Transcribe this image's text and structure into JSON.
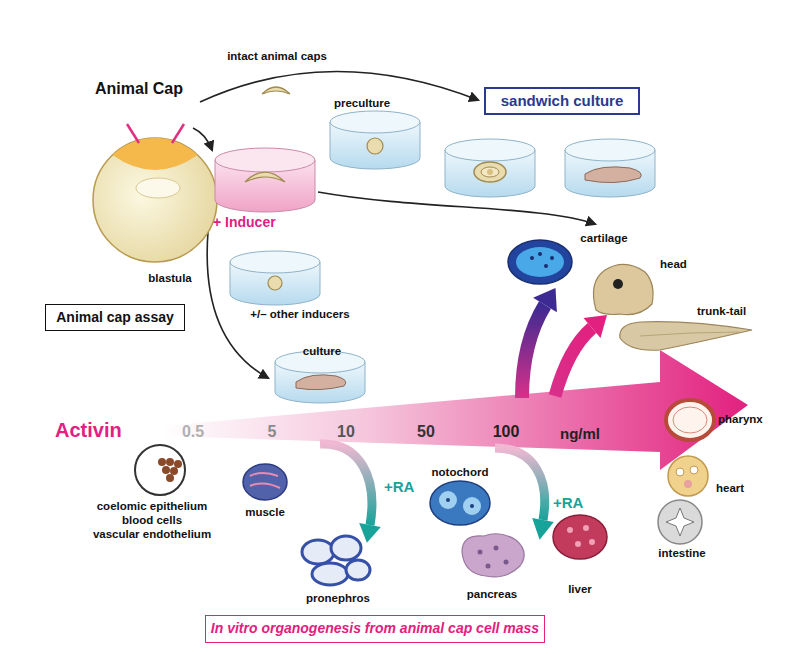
{
  "diagram": {
    "nodes": [
      {
        "text": [
          "sandwich culture"
        ]
      },
      {
        "text": [
          "Animal cap assay"
        ]
      },
      {
        "text": [
          "In vitro organogenesis from animal cap cell mass"
        ]
      }
    ],
    "labels": [
      "intact animal caps",
      "Animal Cap",
      "preculture",
      "+ Inducer",
      "blastula",
      "cartilage",
      "head",
      "+/– other inducers",
      "trunk-tail",
      "culture",
      "Activin",
      "0.5",
      "5",
      "10",
      "50",
      "100",
      "ng/ml",
      "pharynx",
      "notochord",
      "+RA",
      "+RA",
      "heart",
      "coelomic epithelium",
      "muscle",
      "blood cells",
      "vascular endothelium",
      "intestine",
      "liver",
      "pronephros",
      "pancreas"
    ]
  }
}
